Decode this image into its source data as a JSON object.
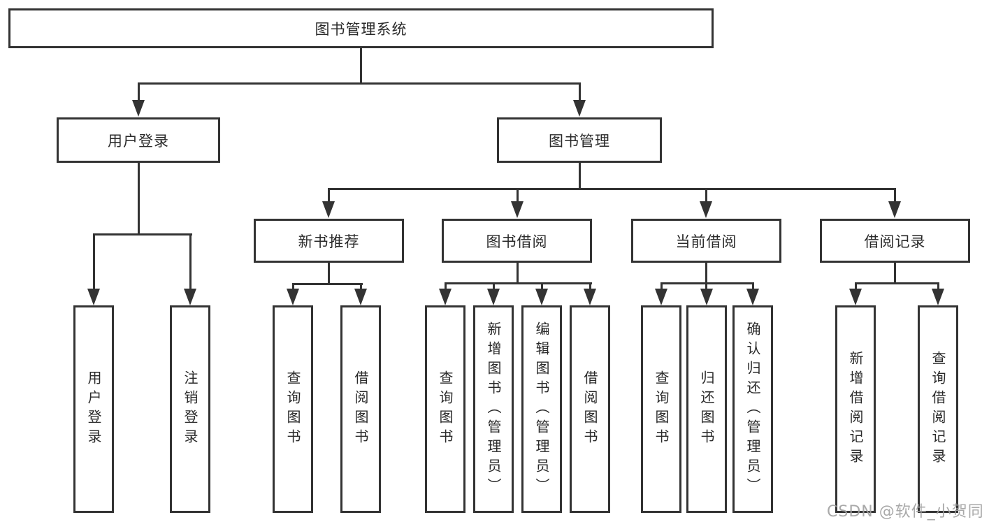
{
  "tree": {
    "root": {
      "label": "图书管理系统"
    },
    "branches": [
      {
        "label": "用户登录",
        "children": [
          {
            "label": "用户登录"
          },
          {
            "label": "注销登录"
          }
        ]
      },
      {
        "label": "图书管理",
        "children": [
          {
            "label": "新书推荐",
            "children": [
              {
                "label": "查询图书"
              },
              {
                "label": "借阅图书"
              }
            ]
          },
          {
            "label": "图书借阅",
            "children": [
              {
                "label": "查询图书"
              },
              {
                "label": "新增图书（管理员）"
              },
              {
                "label": "编辑图书（管理员）"
              },
              {
                "label": "借阅图书"
              }
            ]
          },
          {
            "label": "当前借阅",
            "children": [
              {
                "label": "查询图书"
              },
              {
                "label": "归还图书"
              },
              {
                "label": "确认归还（管理员）"
              }
            ]
          },
          {
            "label": "借阅记录",
            "children": [
              {
                "label": "新增借阅记录"
              },
              {
                "label": "查询借阅记录"
              }
            ]
          }
        ]
      }
    ]
  },
  "watermark": {
    "text": "CSDN @软件_小贺同学"
  },
  "colors": {
    "line": "#333333",
    "text": "#2a2a2a",
    "background": "#ffffff",
    "watermark": "#a0a0a0"
  }
}
